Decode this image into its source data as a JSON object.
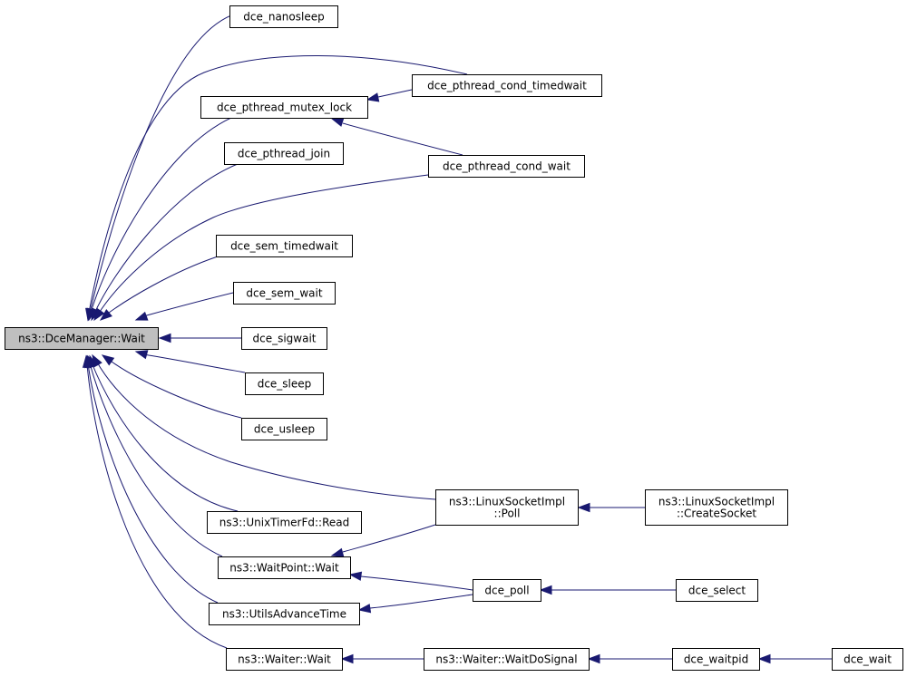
{
  "graph": {
    "root": "ns3::DceManager::Wait",
    "nodes": {
      "n0": [
        "ns3::DceManager::Wait"
      ],
      "n1": [
        "dce_nanosleep"
      ],
      "n2": [
        "dce_pthread_mutex_lock"
      ],
      "n3": [
        "dce_pthread_cond_timedwait"
      ],
      "n4": [
        "dce_pthread_join"
      ],
      "n5": [
        "dce_pthread_cond_wait"
      ],
      "n6": [
        "dce_sem_timedwait"
      ],
      "n7": [
        "dce_sem_wait"
      ],
      "n8": [
        "dce_sigwait"
      ],
      "n9": [
        "dce_sleep"
      ],
      "n10": [
        "dce_usleep"
      ],
      "n11": [
        "ns3::LinuxSocketImpl",
        "::Poll"
      ],
      "n12": [
        "ns3::LinuxSocketImpl",
        "::CreateSocket"
      ],
      "n13": [
        "ns3::UnixTimerFd::Read"
      ],
      "n14": [
        "ns3::WaitPoint::Wait"
      ],
      "n15": [
        "dce_poll"
      ],
      "n16": [
        "dce_select"
      ],
      "n17": [
        "ns3::UtilsAdvanceTime"
      ],
      "n18": [
        "ns3::Waiter::Wait"
      ],
      "n19": [
        "ns3::Waiter::WaitDoSignal"
      ],
      "n20": [
        "dce_waitpid"
      ],
      "n21": [
        "dce_wait"
      ]
    },
    "edges": [
      [
        "n1",
        "n0"
      ],
      [
        "n3",
        "n0"
      ],
      [
        "n2",
        "n0"
      ],
      [
        "n4",
        "n0"
      ],
      [
        "n5",
        "n0"
      ],
      [
        "n6",
        "n0"
      ],
      [
        "n7",
        "n0"
      ],
      [
        "n8",
        "n0"
      ],
      [
        "n9",
        "n0"
      ],
      [
        "n10",
        "n0"
      ],
      [
        "n11",
        "n0"
      ],
      [
        "n13",
        "n0"
      ],
      [
        "n14",
        "n0"
      ],
      [
        "n17",
        "n0"
      ],
      [
        "n18",
        "n0"
      ],
      [
        "n3",
        "n2"
      ],
      [
        "n5",
        "n2"
      ],
      [
        "n12",
        "n11"
      ],
      [
        "n11",
        "n14"
      ],
      [
        "n15",
        "n14"
      ],
      [
        "n15",
        "n17"
      ],
      [
        "n16",
        "n15"
      ],
      [
        "n19",
        "n18"
      ],
      [
        "n20",
        "n19"
      ],
      [
        "n21",
        "n20"
      ]
    ]
  }
}
